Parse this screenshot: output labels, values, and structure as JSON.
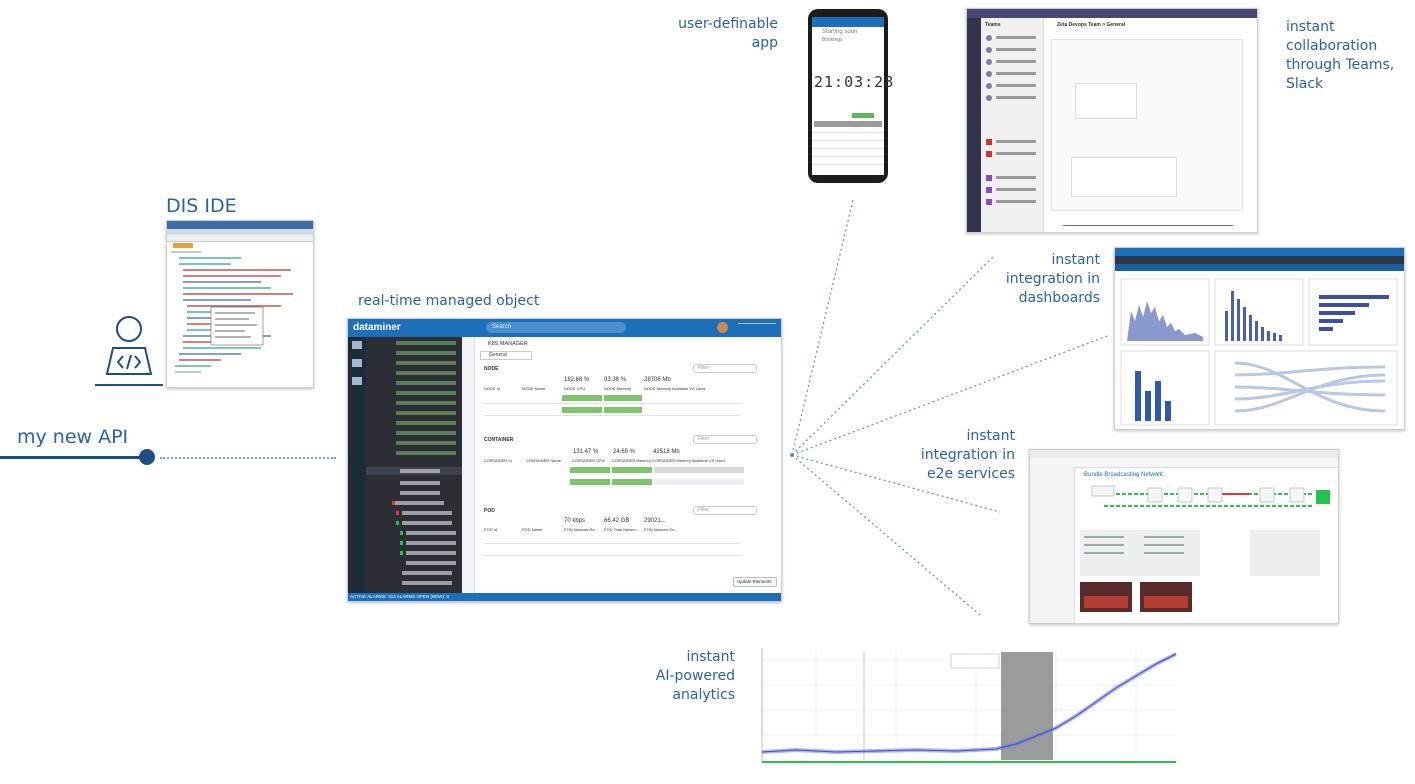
{
  "labels": {
    "my_api": "my new API",
    "dis_ide": "DIS IDE",
    "realtime": "real-time managed object",
    "user_app": [
      "user-definable",
      "app"
    ],
    "teams": [
      "instant",
      "collaboration",
      "through Teams,",
      "Slack"
    ],
    "dashboards": [
      "instant",
      "integration in",
      "dashboards"
    ],
    "e2e": [
      "instant",
      "integration in",
      "e2e services"
    ],
    "ai": [
      "instant",
      "AI-powered",
      "analytics"
    ]
  },
  "dataminer": {
    "brand": "dataminer",
    "search": "Search",
    "title": "K8S MANAGER",
    "dropdown": "General",
    "filter": "Filter",
    "sections": [
      {
        "name": "NODE",
        "metrics": [
          "182.68 %",
          "93.38 %",
          "28706 Mb"
        ],
        "cols": [
          "NODE Id",
          "NODE Name",
          "NODE CPU",
          "NODE Memory",
          "NODE Memory Available VS Used"
        ]
      },
      {
        "name": "CONTAINER",
        "metrics": [
          "131.47 %",
          "24.65 %",
          "42518 Mb"
        ],
        "cols": [
          "CONTAINER Id",
          "CONTAINER Name",
          "CONTAINER CPU",
          "CONTAINER Memory",
          "CONTAINER Memory Available VS Used"
        ]
      },
      {
        "name": "POD",
        "metrics": [
          "70 kbps",
          "66.42 GB",
          "29021..."
        ],
        "cols": [
          "POD Id",
          "POD Name",
          "POD Network Re...",
          "POD Total Networ...",
          "POD Network Err..."
        ]
      }
    ],
    "update_button": "Update Elements",
    "status": "ACTIVE ALARMS: 314  ALARMS OPEN (NEW): 0"
  },
  "phone": {
    "title": "Starting soon",
    "subtitle": "Bookings",
    "clock": "21:03:28"
  },
  "teams": {
    "title": "Zeta Devops Team > General",
    "sidebar_title": "Teams"
  },
  "e2e": {
    "title": "Bundle Broadcasting Network"
  },
  "colors": {
    "accent": "#2a63a5",
    "dataminer_blue": "#1c6fb8",
    "dark_nav": "#1e2a36",
    "green": "#27c24c"
  }
}
